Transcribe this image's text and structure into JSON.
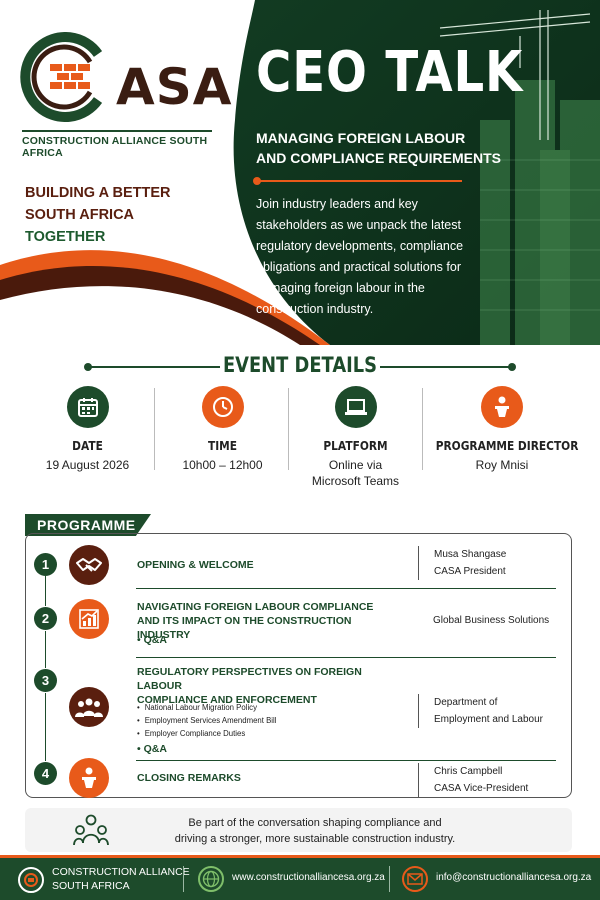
{
  "logo": {
    "word": "ASA",
    "subtitle": "CONSTRUCTION ALLIANCE SOUTH AFRICA"
  },
  "tagline": [
    "BUILDING A BETTER",
    "SOUTH AFRICA",
    "TOGETHER"
  ],
  "hero": {
    "title": "CEO TALK",
    "subtitle": [
      "MANAGING FOREIGN LABOUR",
      "AND COMPLIANCE REQUIREMENTS"
    ],
    "body": "Join industry leaders and key stakeholders as we unpack the latest regulatory developments, compliance obligations and practical solutions for managing foreign labour in the construction industry."
  },
  "event_details": {
    "heading": "EVENT DETAILS",
    "items": [
      {
        "label": "DATE",
        "value": [
          "19 August 2026"
        ],
        "icon": "calendar-icon",
        "color": "#1d4b2b"
      },
      {
        "label": "TIME",
        "value": [
          "10h00 – 12h00"
        ],
        "icon": "clock-icon",
        "color": "#e85a1a"
      },
      {
        "label": "PLATFORM",
        "value": [
          "Online via",
          "Microsoft Teams"
        ],
        "icon": "laptop-icon",
        "color": "#1d4b2b"
      },
      {
        "label": "PROGRAMME DIRECTOR",
        "value": [
          "Roy Mnisi"
        ],
        "icon": "speaker-podium-icon",
        "color": "#e85a1a"
      }
    ]
  },
  "programme": {
    "heading": "PROGRAMME",
    "items": [
      {
        "num": "1",
        "title": [
          "OPENING & WELCOME"
        ],
        "speaker": [
          "Musa Shangase",
          "CASA President"
        ],
        "icon": "handshake-icon"
      },
      {
        "num": "2",
        "title": [
          "NAVIGATING FOREIGN LABOUR COMPLIANCE",
          "AND ITS IMPACT ON THE CONSTRUCTION INDUSTRY"
        ],
        "qa": "• Q&A",
        "speaker": [
          "Global Business Solutions"
        ],
        "icon": "growth-chart-icon"
      },
      {
        "num": "3",
        "title": [
          "REGULATORY PERSPECTIVES ON FOREIGN LABOUR",
          "COMPLIANCE AND ENFORCEMENT"
        ],
        "bullets": [
          "National Labour Migration Policy",
          "Employment Services Amendment Bill",
          "Employer Compliance Duties"
        ],
        "qa": "• Q&A",
        "speaker": [
          "Department of",
          "Employment and Labour"
        ],
        "icon": "people-group-icon"
      },
      {
        "num": "4",
        "title": [
          "CLOSING REMARKS"
        ],
        "speaker": [
          "Chris Campbell",
          "CASA Vice-President"
        ],
        "icon": "speaker-podium-icon"
      }
    ]
  },
  "callout": [
    "Be part of the conversation shaping compliance and",
    "driving a stronger, more sustainable construction industry."
  ],
  "footer": {
    "org": [
      "CONSTRUCTION ALLIANCE",
      "SOUTH AFRICA"
    ],
    "website": "www.constructionalliancesa.org.za",
    "email": "info@constructionalliancesa.org.za"
  },
  "colors": {
    "green": "#1d4b2b",
    "orange": "#e85a1a",
    "brown": "#5a1f0f"
  }
}
